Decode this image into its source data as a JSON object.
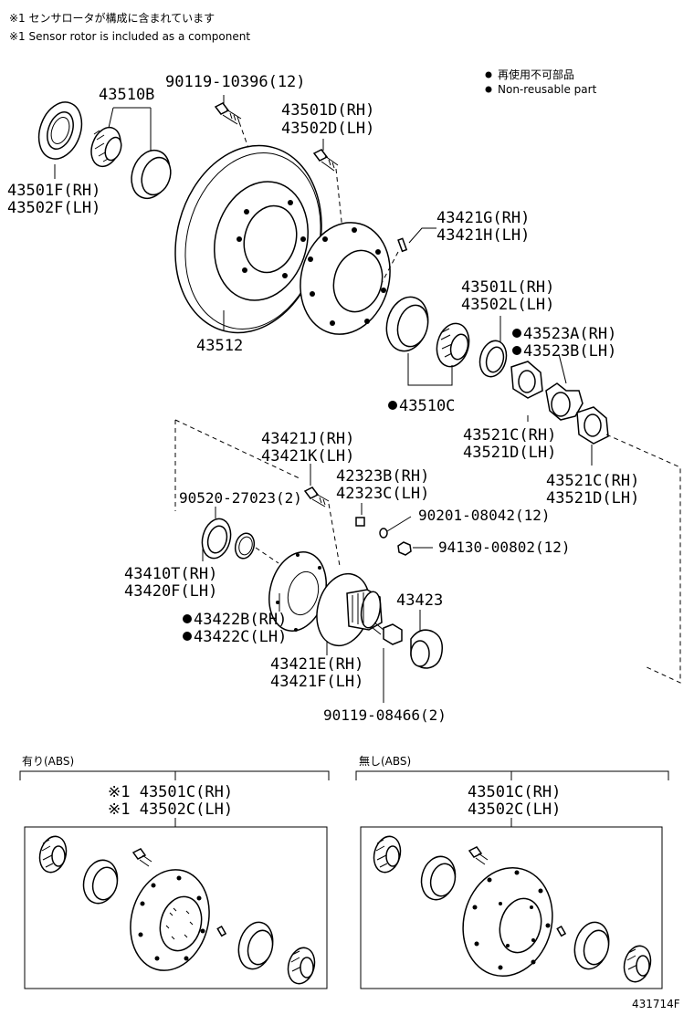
{
  "notes": {
    "line1": "※1 センサロータが構成に含まれています",
    "line2": "※1 Sensor rotor is included as a component"
  },
  "legend": {
    "line1": "再使用不可部品",
    "line2": "Non-reusable part"
  },
  "labels": {
    "p43510B": "43510B",
    "p90119_10396": "90119-10396(12)",
    "p43501D": "43501D(RH)",
    "p43502D": "43502D(LH)",
    "p43501F": "43501F(RH)",
    "p43502F": "43502F(LH)",
    "p43421G": "43421G(RH)",
    "p43421H": "43421H(LH)",
    "p43512": "43512",
    "p43501L": "43501L(RH)",
    "p43502L": "43502L(LH)",
    "p43523A": "43523A(RH)",
    "p43523B": "43523B(LH)",
    "p43510C": "43510C",
    "p43521C_a": "43521C(RH)",
    "p43521D_a": "43521D(LH)",
    "p43421J": "43421J(RH)",
    "p43421K": "43421K(LH)",
    "p42323B": "42323B(RH)",
    "p42323C": "42323C(LH)",
    "p90520": "90520-27023(2)",
    "p90201": "90201-08042(12)",
    "p43521C_b": "43521C(RH)",
    "p43521D_b": "43521D(LH)",
    "p94130": "94130-00802(12)",
    "p43410T": "43410T(RH)",
    "p43420F": "43420F(LH)",
    "p43423": "43423",
    "p43422B": "43422B(RH)",
    "p43422C": "43422C(LH)",
    "p43421E": "43421E(RH)",
    "p43421F": "43421F(LH)",
    "p90119_08466": "90119-08466(2)"
  },
  "sections": {
    "abs_left": {
      "heading": "有り(ABS)",
      "line1": "※1 43501C(RH)",
      "line2": "※1 43502C(LH)"
    },
    "abs_right": {
      "heading": "無し(ABS)",
      "line1": "43501C(RH)",
      "line2": "43502C(LH)"
    }
  },
  "diagram_id": "431714F"
}
